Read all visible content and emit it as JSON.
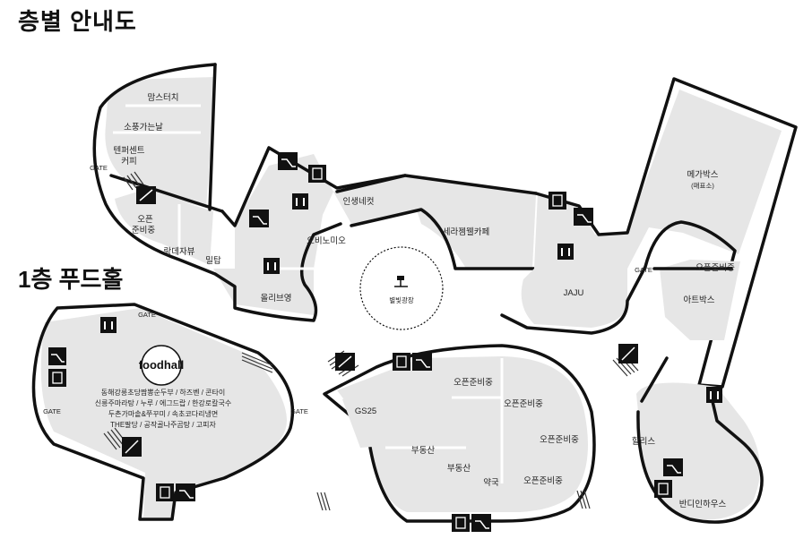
{
  "page": {
    "title": "층별 안내도",
    "floor_label": "1층 푸드홀"
  },
  "zones": {
    "momstouch": "맘스터치",
    "sotong": "소풍가는날",
    "tenpercent_1": "텐퍼센트",
    "tenpercent_2": "커피",
    "open_left_1": "오픈",
    "open_left_2": "준비중",
    "rangdae": "랑데자뷰",
    "miltab": "밀탑",
    "oliveyoung": "올리브영",
    "obinomio": "오비노미오",
    "insaeng": "인생네컷",
    "serum": "세라젬웰카페",
    "jaju": "JAJU",
    "megabox_1": "메가박스",
    "megabox_2": "(매표소)",
    "open_right": "오픈준비중",
    "artbox": "아트박스",
    "hollys": "할리스",
    "bandi": "반디인하우스",
    "gs25": "GS25",
    "open_c1": "오픈준비중",
    "open_c2": "오픈준비중",
    "open_c3": "오픈준비중",
    "open_c4": "오픈준비중",
    "realty_1": "부동산",
    "realty_2": "부동산",
    "pharmacy": "약국",
    "plaza": "별빛광장",
    "food_brand": "foodhall",
    "food_line1": "동해강릉초당짬뽕순두부 / 하즈벤 / 콘타이",
    "food_line2": "신릉주마라탕 / 누루 / 에그드랍 / 한강로칼국수",
    "food_line3": "두촌가마솥&쭈꾸미 / 속초코다리냉면",
    "food_line4": "THE팔당 / 공작골나주곰탕 / 고피자"
  },
  "gates": {
    "g_top_left": "GATE",
    "g_food_top": "GATE",
    "g_food_left": "GATE",
    "g_food_right": "GATE",
    "g_right": "GATE"
  },
  "icons": [
    "escalator-icon",
    "elevator-icon",
    "restroom-icon",
    "wheelchair-escalator-icon",
    "fountain-icon"
  ]
}
